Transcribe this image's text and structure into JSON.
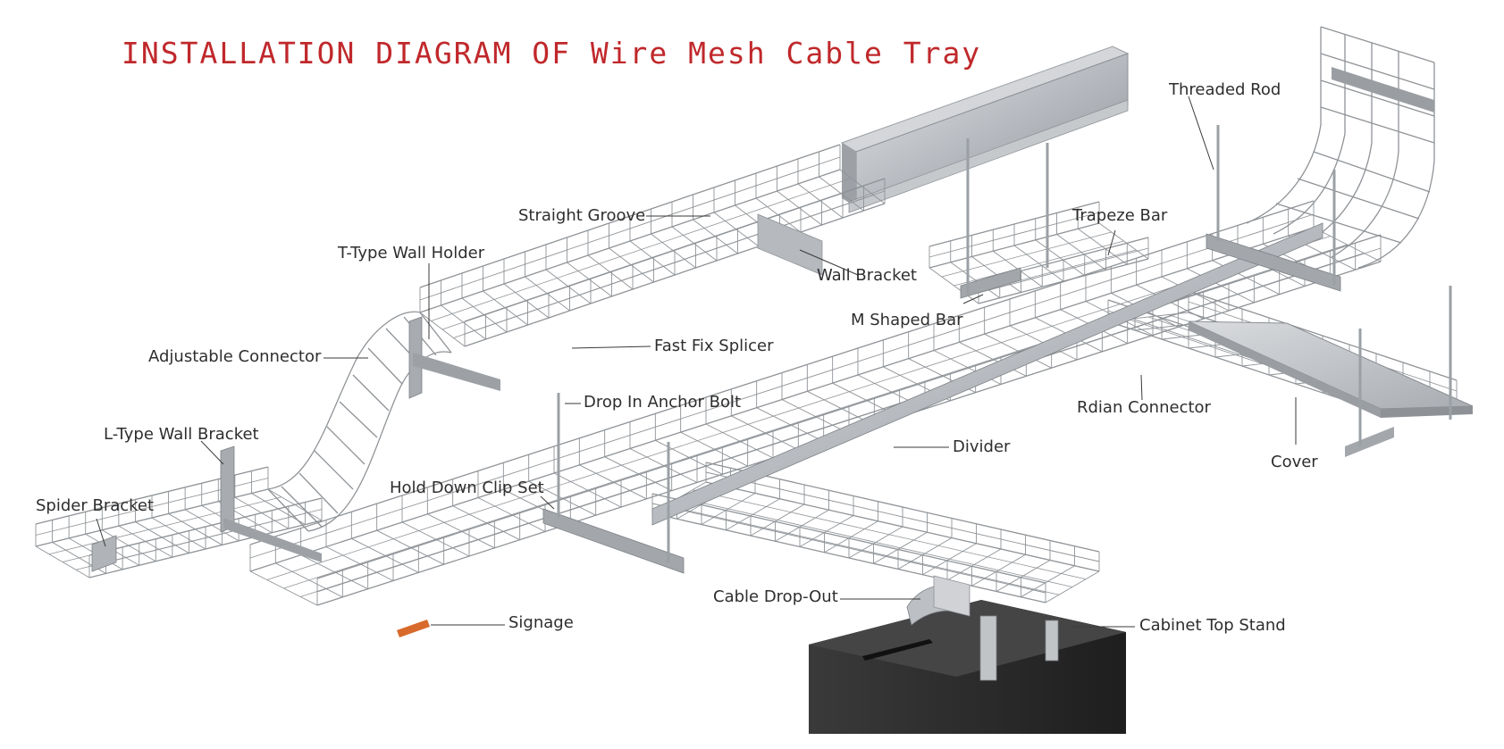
{
  "title": "INSTALLATION DIAGRAM OF Wire Mesh Cable Tray",
  "colors": {
    "title": "#c0282b",
    "label": "#2e2e2e",
    "wire": "#8f9397",
    "steel": "#b9bcc0",
    "cabinet": "#2b2b2b",
    "signage": "#d86a2b"
  },
  "labels": {
    "threaded_rod": "Threaded Rod",
    "straight_groove": "Straight Groove",
    "trapeze_bar": "Trapeze Bar",
    "t_type_wall_holder": "T-Type Wall Holder",
    "wall_bracket": "Wall Bracket",
    "m_shaped_bar": "M Shaped Bar",
    "fast_fix_splicer": "Fast Fix Splicer",
    "adjustable_connector": "Adjustable Connector",
    "drop_in_anchor_bolt": "Drop In Anchor Bolt",
    "rdian_connector": "Rdian Connector",
    "l_type_wall_bracket": "L-Type Wall Bracket",
    "divider": "Divider",
    "cover": "Cover",
    "spider_bracket": "Spider Bracket",
    "hold_down_clip_set": "Hold Down Clip Set",
    "cable_drop_out": "Cable Drop-Out",
    "cabinet_top_stand": "Cabinet Top Stand",
    "signage": "Signage"
  }
}
